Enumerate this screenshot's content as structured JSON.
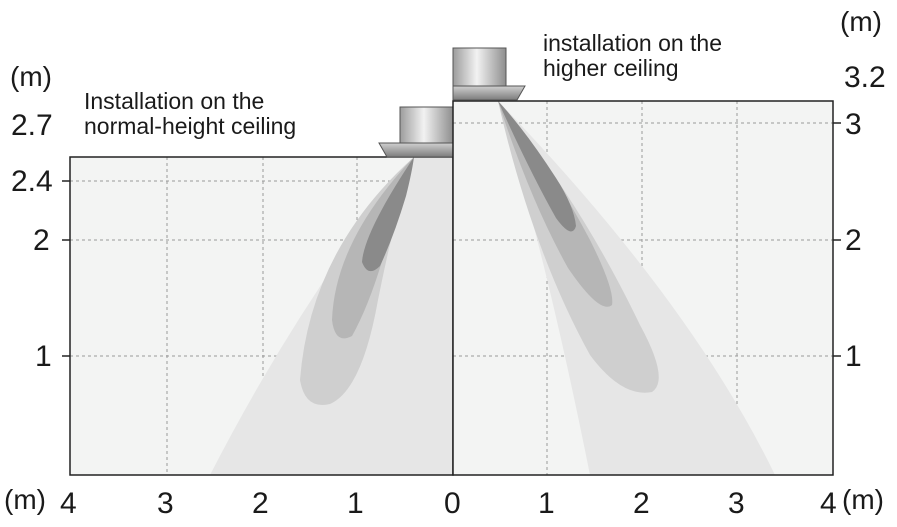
{
  "left_panel": {
    "unit_top": "(m)",
    "ceiling_label": "Installation on the\nnormal-height ceiling",
    "height_ticks": [
      {
        "value": 2.7,
        "label": "2.7"
      },
      {
        "value": 2.4,
        "label": "2.4"
      },
      {
        "value": 2,
        "label": "2"
      },
      {
        "value": 1,
        "label": "1"
      }
    ],
    "distance_ticks": [
      "4",
      "3",
      "2",
      "1",
      "0"
    ],
    "unit_bottom": "(m)"
  },
  "right_panel": {
    "unit_top": "(m)",
    "ceiling_label": "installation on the\nhigher ceiling",
    "height_ticks": [
      {
        "value": 3.2,
        "label": "3.2"
      },
      {
        "value": 3,
        "label": "3"
      },
      {
        "value": 2,
        "label": "2"
      },
      {
        "value": 1,
        "label": "1"
      }
    ],
    "distance_ticks": [
      "1",
      "2",
      "3",
      "4"
    ],
    "unit_bottom": "(m)"
  },
  "colors": {
    "panel_fill": "#f3f4f3",
    "grid": "#9a9a9a",
    "outline": "#222222",
    "zone_outer": "#e6e6e6",
    "zone_mid": "#cfcfcf",
    "zone_inner": "#b6b6b6",
    "zone_core": "#8a8a8a"
  }
}
